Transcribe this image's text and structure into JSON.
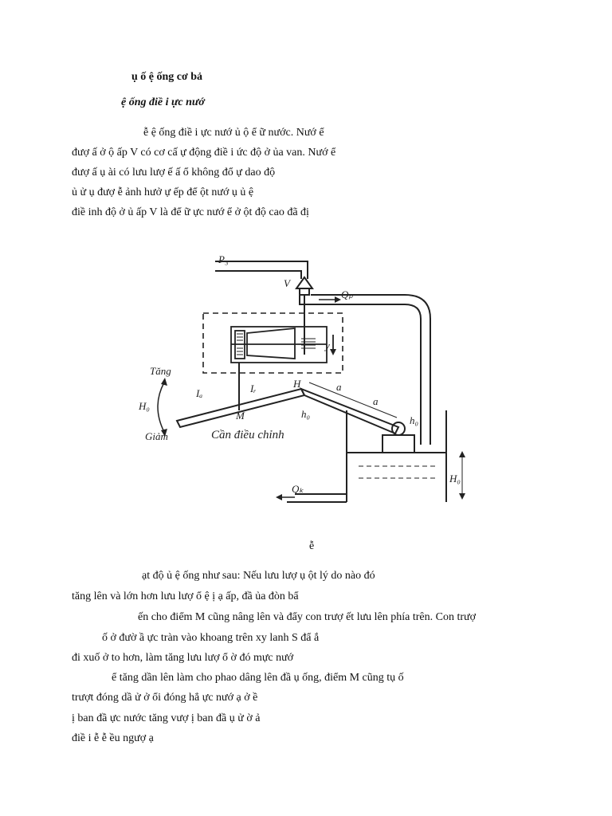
{
  "heading": {
    "line1": "ụ ố ệ ống cơ bả",
    "line2": "ệ ống điề i ực nướ"
  },
  "intro": [
    "ễ ệ ống điề i ực nướ ủ ộ ể ữ nước. Nướ ể",
    "đượ ấ ở ộ ấp V có cơ cấ ự động điề i ức độ ở ủa van. Nướ ể",
    "đượ ấ ụ ài có lưu lượ ế ấ ổ không đổ ự dao độ",
    "ủ ử ụ đượ ễ ảnh hưở ự ếp để ột nướ ụ ủ ệ",
    "điề inh độ ở ủ ấp V là để ữ ực nướ ể ở ột độ cao đã đị"
  ],
  "figure": {
    "labels": {
      "p3": "P₃",
      "v": "V",
      "qp": "Qₚ",
      "y": "y",
      "tang": "Tăng",
      "h0_left": "H₀",
      "giam": "Giảm",
      "ia": "Iₐ",
      "ir": "Iᵣ",
      "h_top": "H",
      "a1": "a",
      "a2": "a",
      "m": "M",
      "h0_mid": "h₀",
      "h0_right": "h₀",
      "lever": "Cần điều chỉnh",
      "h0_tank": "H₀",
      "qk": "Qₖ"
    },
    "caption": "ễ"
  },
  "body": [
    "ạt độ ủ ệ ống như sau: Nếu lưu lượ ụ ột lý do nào đó",
    "tăng lên và lớn hơn lưu lượ ổ ệ ị ạ ấp, đầ ủa đòn bẩ",
    "ến cho điểm M cũng nâng lên và đẩy con trượ ết lưu lên phía trên. Con trượ",
    "ố ở đườ ầ ực tràn vào khoang trên xy lanh S đẩ ắ",
    "đi xuố ở to hơn, làm tăng lưu lượ ổ ờ đó mực nướ",
    "ể tăng dần lên làm cho phao dâng lên đầ ụ ống, điểm M cũng tụ ố",
    "trượt đóng dầ ử ở ổi đóng hẳ ực nướ ạ ở ề",
    "ị ban đầ ực nước tăng vượ ị ban đầ ụ ử ờ ả",
    "điề i ễ ễ ều ngượ ạ"
  ]
}
